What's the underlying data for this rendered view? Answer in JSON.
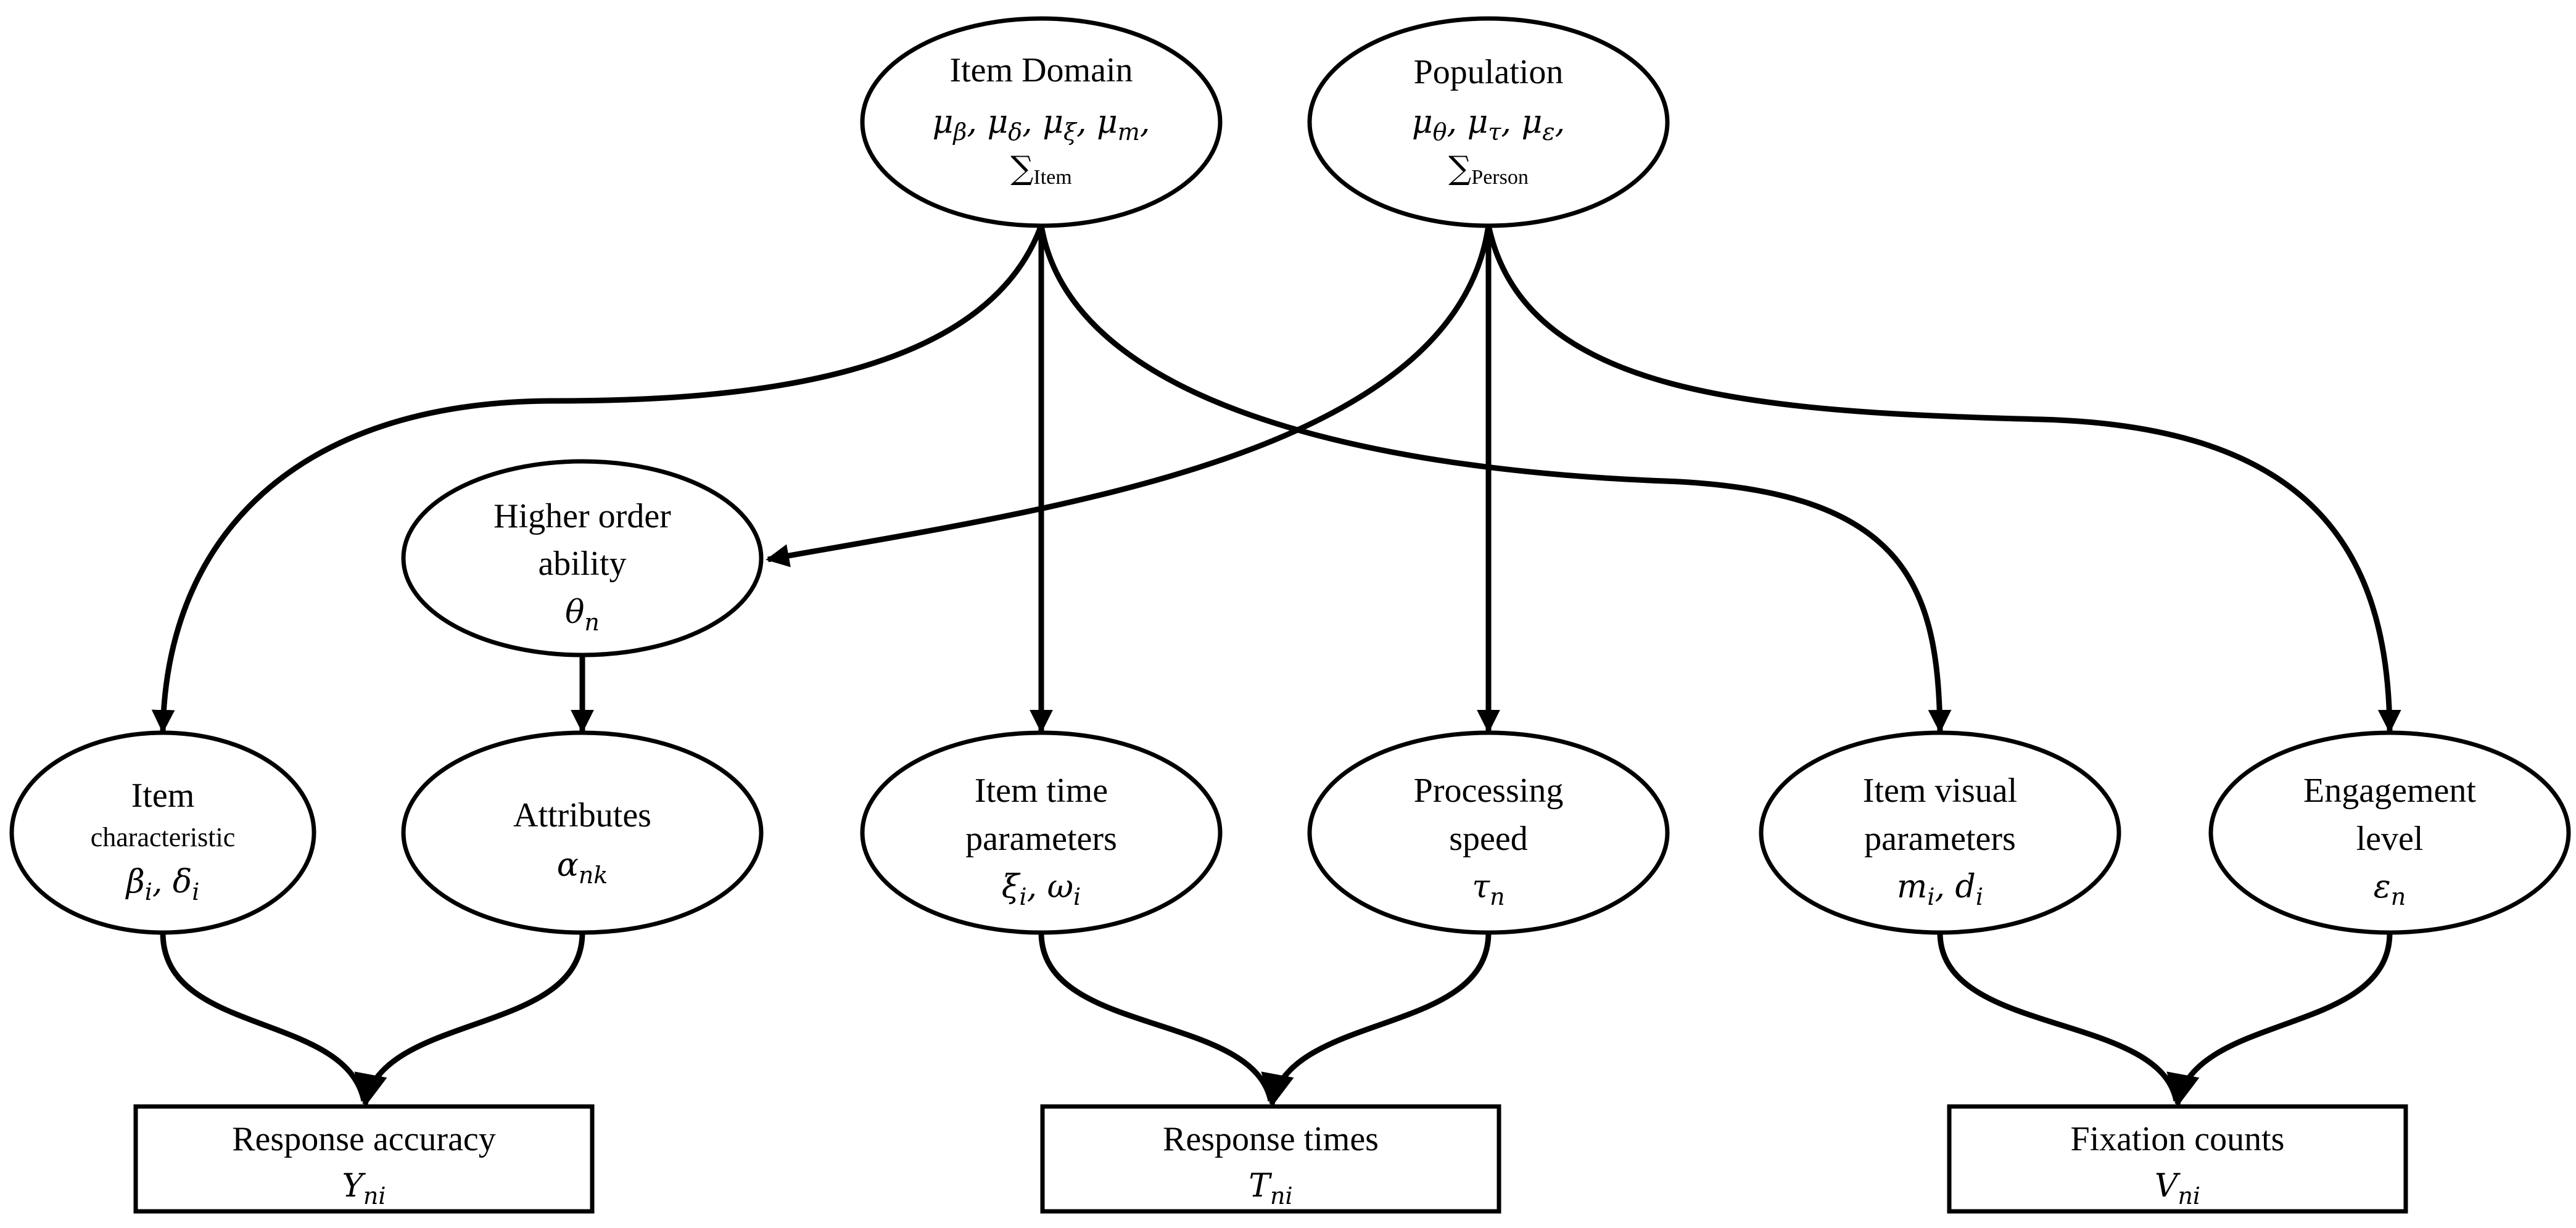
{
  "nodes": {
    "item_domain": {
      "title": "Item Domain",
      "params": [
        {
          "sym": "μ",
          "sub": "β"
        },
        {
          "sym": "μ",
          "sub": "δ"
        },
        {
          "sym": "μ",
          "sub": "ξ"
        },
        {
          "sym": "μ",
          "sub": "m"
        }
      ],
      "cov_symbol": "∑",
      "cov_sub": "Item"
    },
    "population": {
      "title": "Population",
      "params": [
        {
          "sym": "μ",
          "sub": "θ"
        },
        {
          "sym": "μ",
          "sub": "τ"
        },
        {
          "sym": "μ",
          "sub": "ε"
        }
      ],
      "cov_symbol": "∑",
      "cov_sub": "Person"
    },
    "higher_order_ability": {
      "title_line1": "Higher order",
      "title_line2": "ability",
      "sym": "θ",
      "sub": "n"
    },
    "item_characteristic": {
      "title_line1": "Item",
      "title_line2": "characteristic",
      "sym1": "β",
      "sub1": "i",
      "sym2": "δ",
      "sub2": "i"
    },
    "attributes": {
      "title": "Attributes",
      "sym": "α",
      "sub": "nk"
    },
    "item_time_parameters": {
      "title_line1": "Item time",
      "title_line2": "parameters",
      "sym1": "ξ",
      "sub1": "i",
      "sym2": "ω",
      "sub2": "i"
    },
    "processing_speed": {
      "title_line1": "Processing",
      "title_line2": "speed",
      "sym": "τ",
      "sub": "n"
    },
    "item_visual_parameters": {
      "title_line1": "Item visual",
      "title_line2": "parameters",
      "sym1": "m",
      "sub1": "i",
      "sym2": "d",
      "sub2": "i"
    },
    "engagement_level": {
      "title_line1": "Engagement",
      "title_line2": "level",
      "sym": "ε",
      "sub": "n"
    },
    "response_accuracy": {
      "title": "Response accuracy",
      "sym": "Y",
      "sub": "ni"
    },
    "response_times": {
      "title": "Response times",
      "sym": "T",
      "sub": "ni"
    },
    "fixation_counts": {
      "title": "Fixation counts",
      "sym": "V",
      "sub": "ni"
    }
  },
  "edges": [
    {
      "from": "item_domain",
      "to": "item_characteristic"
    },
    {
      "from": "item_domain",
      "to": "item_time_parameters"
    },
    {
      "from": "item_domain",
      "to": "item_visual_parameters"
    },
    {
      "from": "population",
      "to": "higher_order_ability"
    },
    {
      "from": "population",
      "to": "processing_speed"
    },
    {
      "from": "population",
      "to": "engagement_level"
    },
    {
      "from": "higher_order_ability",
      "to": "attributes"
    },
    {
      "from": "item_characteristic",
      "to": "response_accuracy"
    },
    {
      "from": "attributes",
      "to": "response_accuracy"
    },
    {
      "from": "item_time_parameters",
      "to": "response_times"
    },
    {
      "from": "processing_speed",
      "to": "response_times"
    },
    {
      "from": "item_visual_parameters",
      "to": "fixation_counts"
    },
    {
      "from": "engagement_level",
      "to": "fixation_counts"
    }
  ]
}
